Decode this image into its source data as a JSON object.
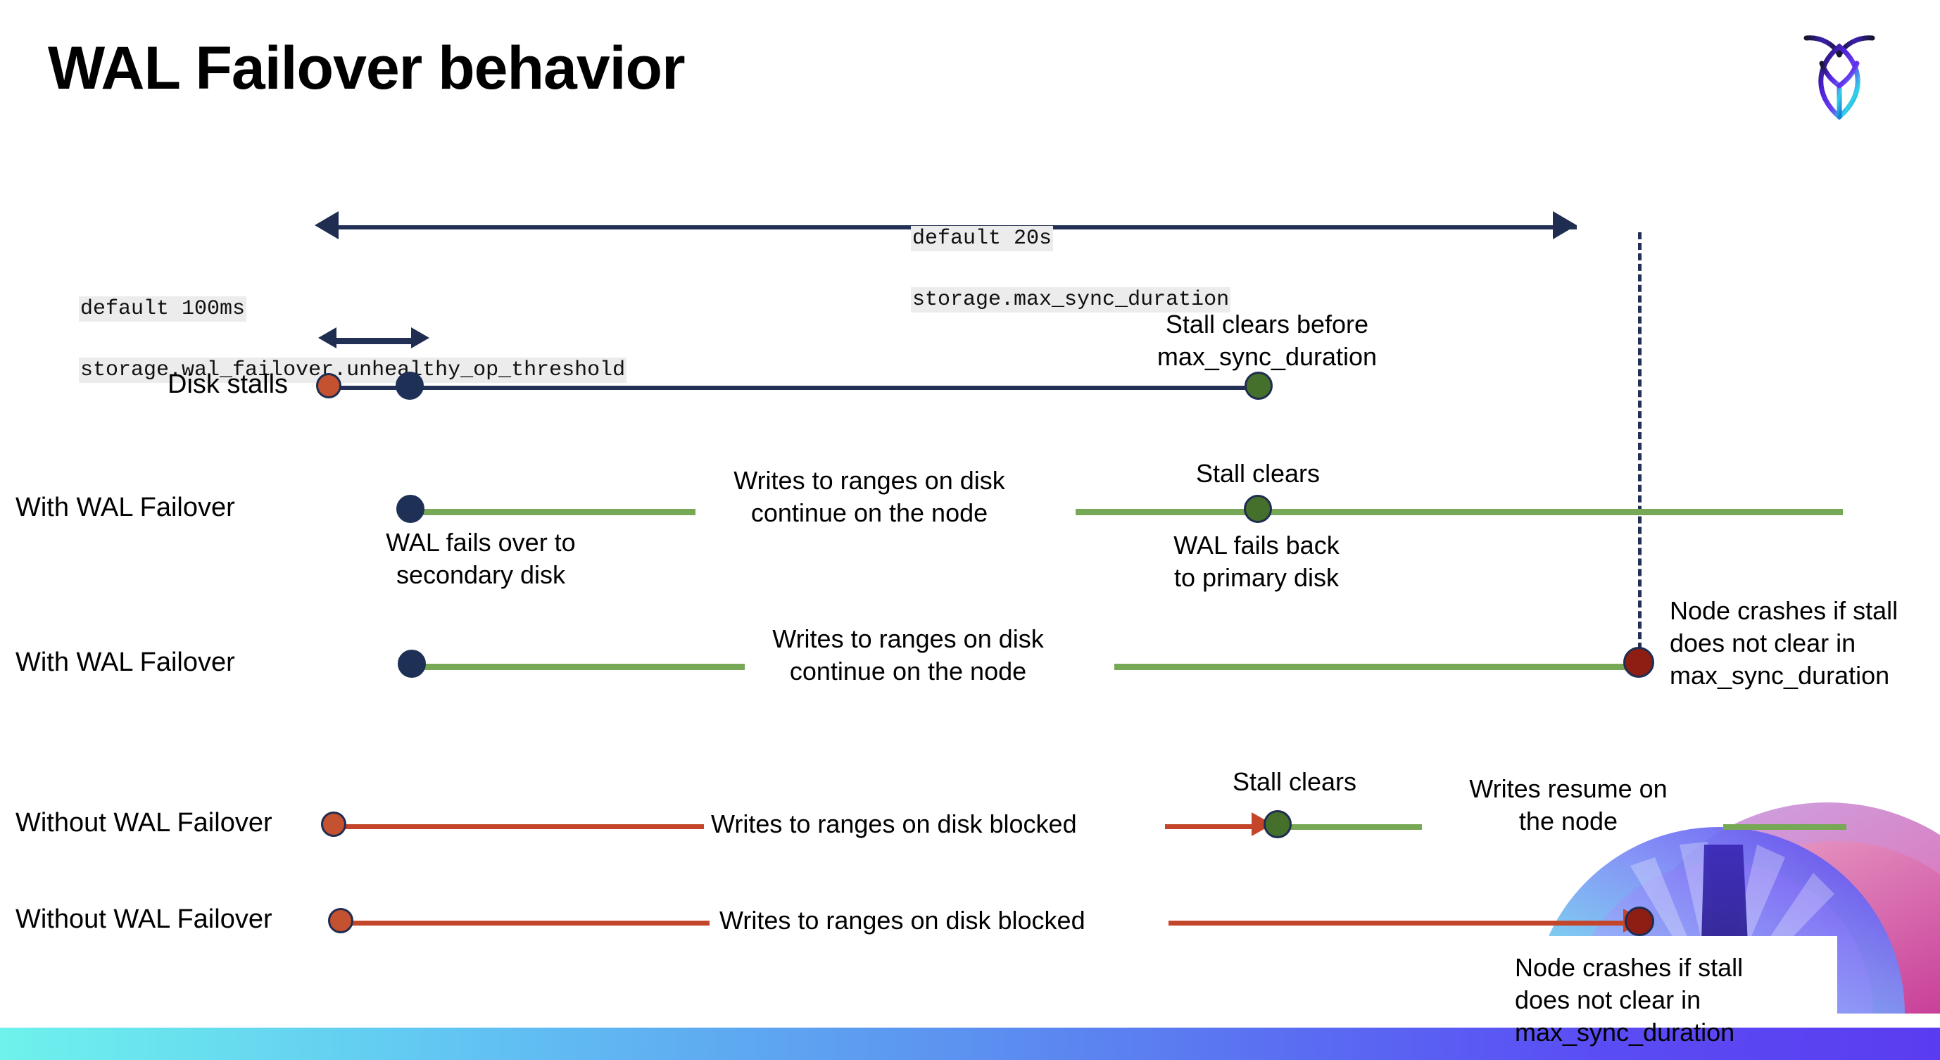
{
  "slide": {
    "title": "WAL Failover behavior",
    "logo_name": "cockroachdb-logo"
  },
  "annotations": {
    "max_sync": {
      "default": "default 20s",
      "setting": "storage.max_sync_duration"
    },
    "unhealthy_threshold": {
      "default": "default 100ms",
      "setting": "storage.wal_failover.unhealthy_op_threshold"
    }
  },
  "rows": [
    {
      "label": "Disk stalls",
      "notes": [
        "Stall clears before\nmax_sync_duration"
      ]
    },
    {
      "label": "With WAL Failover",
      "notes": [
        "Writes to ranges on disk\ncontinue on the node",
        "Stall clears",
        "WAL fails over to\nsecondary disk",
        "WAL fails  back\nto primary disk"
      ]
    },
    {
      "label": "With WAL Failover",
      "notes": [
        "Writes to ranges on disk\ncontinue on the node",
        "Node crashes if stall\ndoes not clear in\nmax_sync_duration"
      ]
    },
    {
      "label": "Without WAL Failover",
      "notes": [
        "Writes to ranges on disk  blocked",
        "Stall clears",
        "Writes resume on\nthe node"
      ]
    },
    {
      "label": "Without WAL Failover",
      "notes": [
        "Writes to ranges on disk  blocked",
        "Node crashes if stall\ndoes not clear in\nmax_sync_duration"
      ]
    }
  ],
  "colors": {
    "navy": "#223055",
    "green_line": "#77a855",
    "red_line": "#c4462a",
    "dot_red": "#c4512f",
    "dot_green": "#44702b",
    "dot_dark_red": "#8e1d14",
    "dot_navy": "#1f3056",
    "code_bg": "#ececec",
    "bottom_bar_start": "#6ef2ec",
    "bottom_bar_end": "#5a3cf0"
  }
}
